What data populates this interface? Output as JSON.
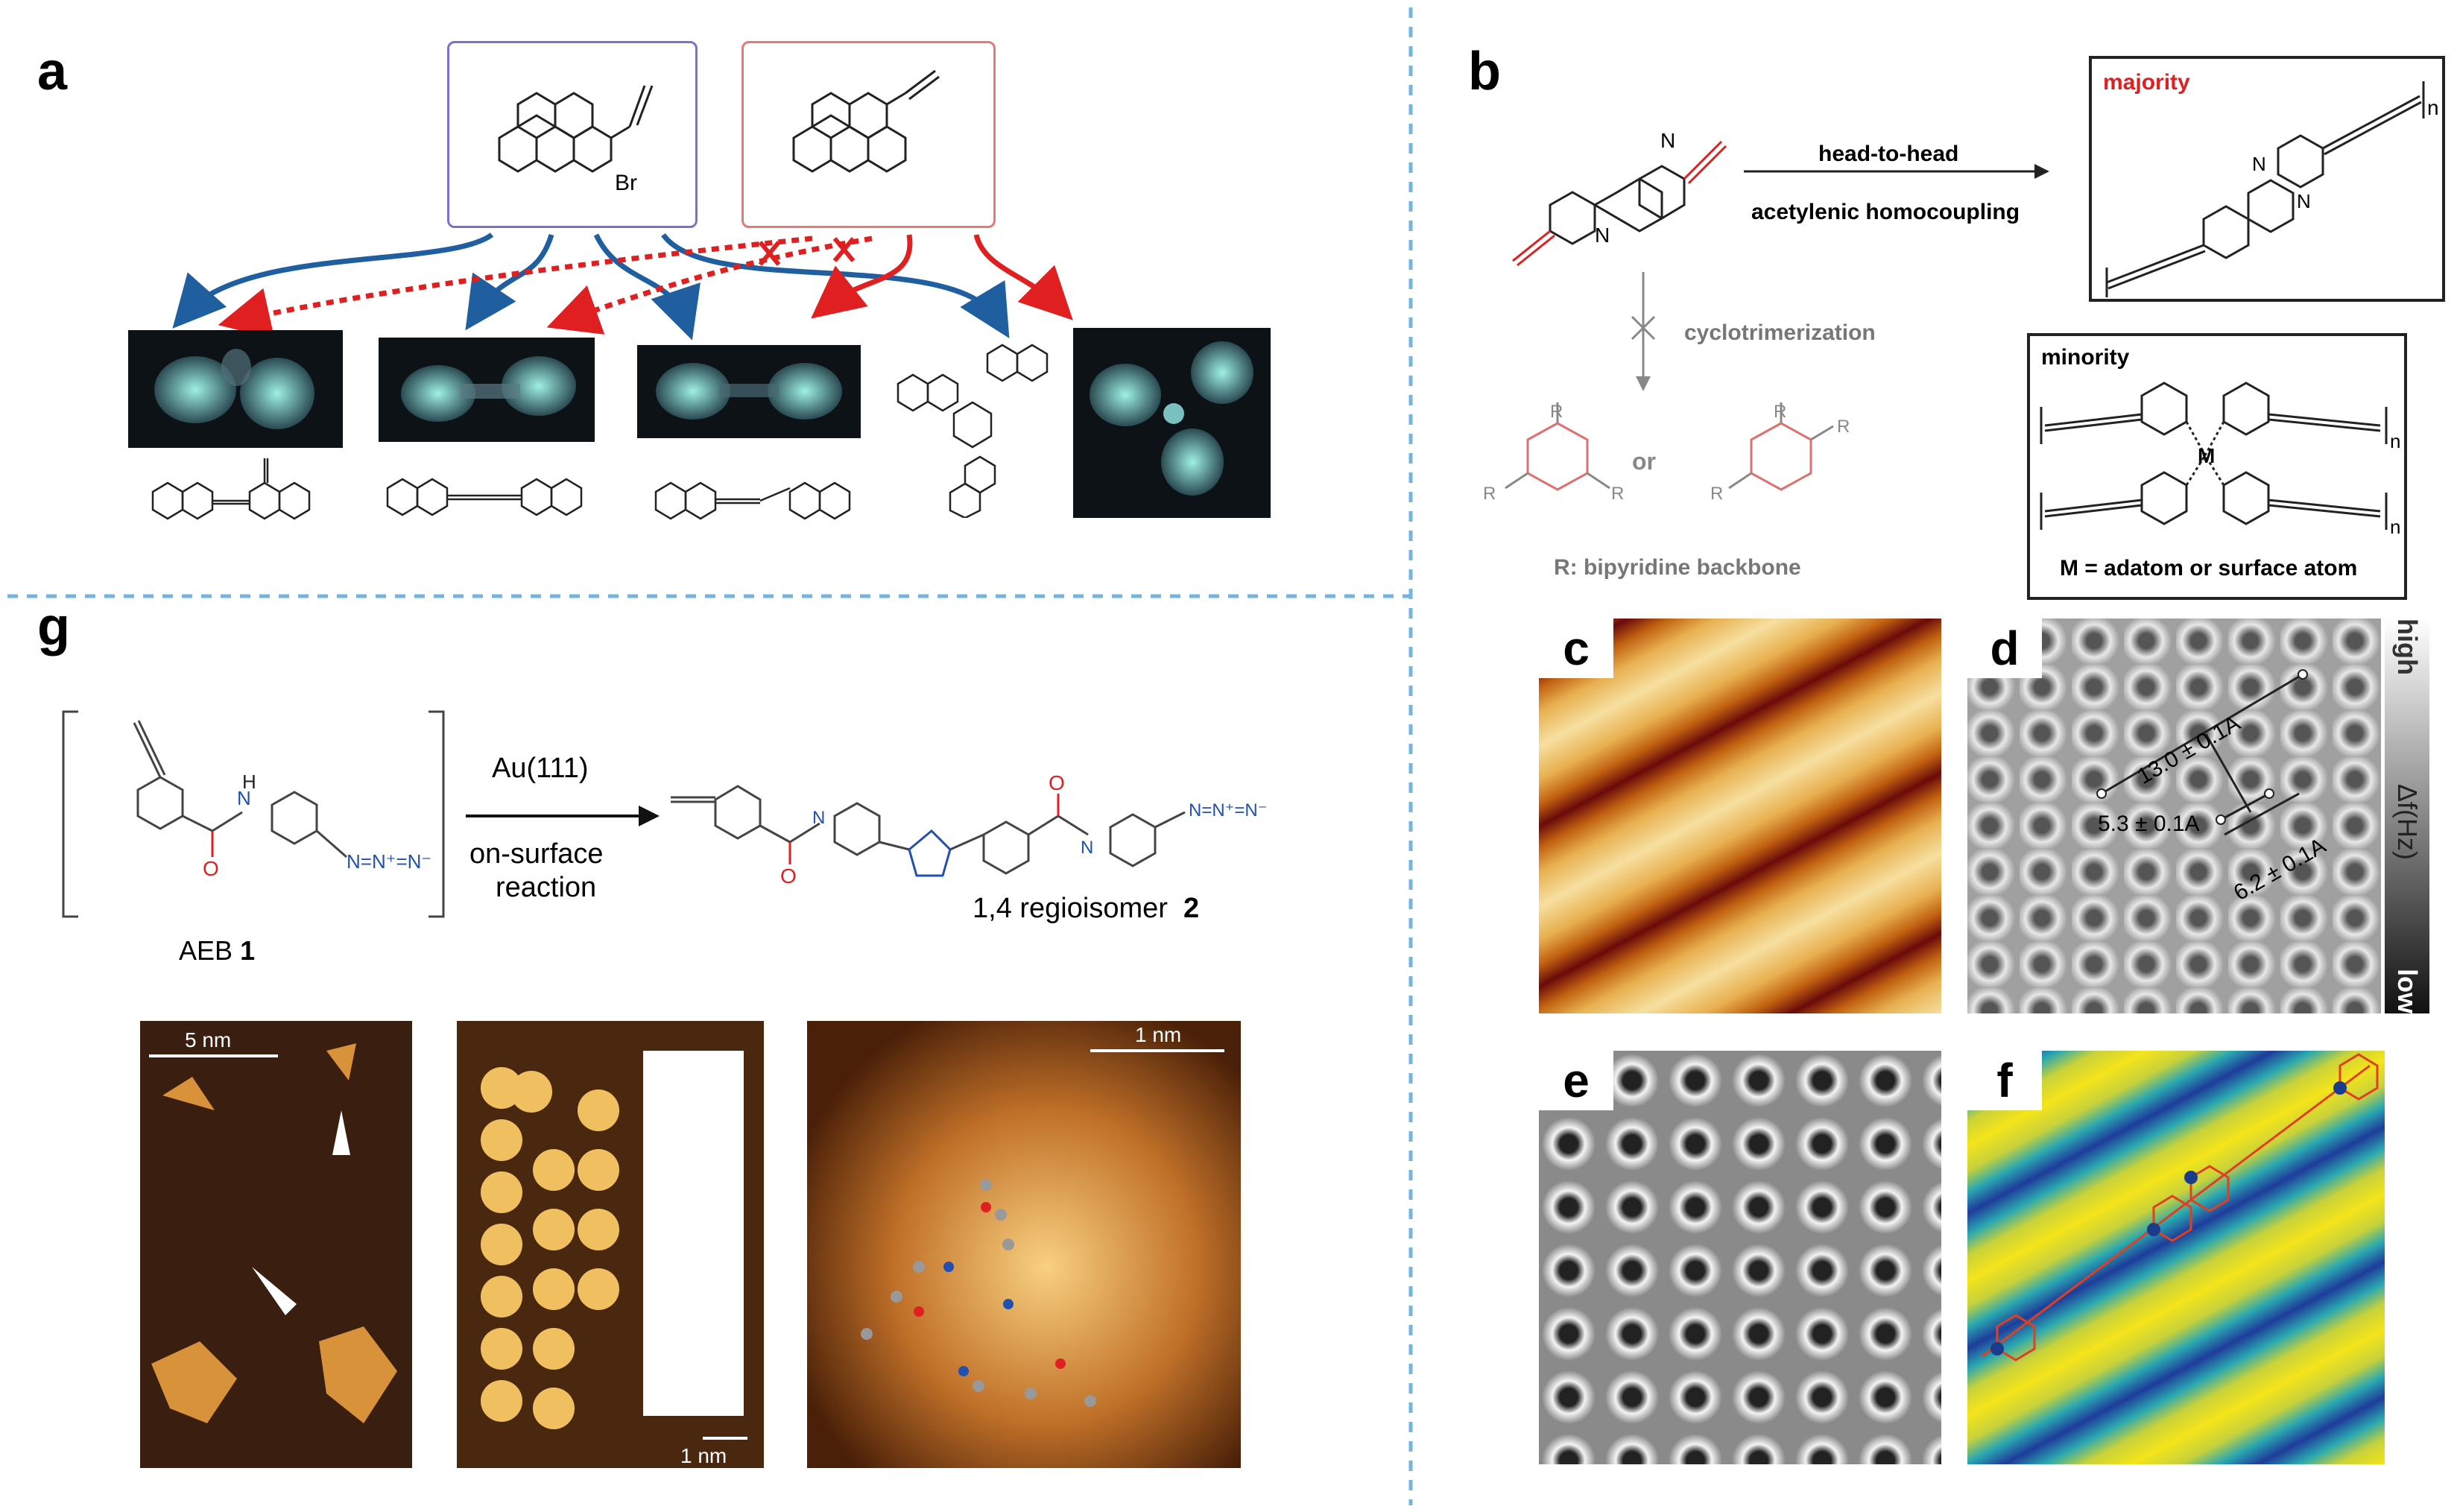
{
  "panels": {
    "a": {
      "letter": "a",
      "substituent_label": "Br"
    },
    "b": {
      "letter": "b",
      "arrow_top_label": "head-to-head",
      "arrow_bottom_label": "acetylenic homocoupling",
      "cyclo_label": "cyclotrimerization",
      "or_label": "or",
      "r_label": "R",
      "r_caption": "R: bipyridine backbone",
      "majority_label": "majority",
      "minority_label": "minority",
      "minority_caption": "M = adatom or surface atom",
      "n_label": "n",
      "N_label": "N",
      "M_label": "M"
    },
    "c": {
      "letter": "c"
    },
    "d": {
      "letter": "d",
      "measure_1": "13.0 ± 0.1A",
      "measure_2": "5.3 ± 0.1A",
      "measure_3": "6.2 ± 0.1A",
      "scale_high": "high",
      "scale_mid": "Δf(Hz)",
      "scale_low": "low"
    },
    "e": {
      "letter": "e"
    },
    "f": {
      "letter": "f"
    },
    "g": {
      "letter": "g",
      "reactant_label": "AEB",
      "reactant_num": "1",
      "arrow_top": "Au(111)",
      "arrow_mid": "on-surface",
      "arrow_bot": "reaction",
      "product_label": "1,4 regioisomer",
      "product_num": "2",
      "scale_1": "5 nm",
      "scale_2": "1 nm",
      "scale_3": "1 nm",
      "atom_O": "O",
      "atom_N": "N",
      "atom_H": "H",
      "azide": "N=N⁺=N⁻"
    }
  },
  "colors": {
    "blue_box": "#6a5acd",
    "red_box": "#e06060",
    "blue_arrow": "#1f5fa0",
    "red_arrow": "#e02020",
    "divider": "#74b4e0"
  }
}
